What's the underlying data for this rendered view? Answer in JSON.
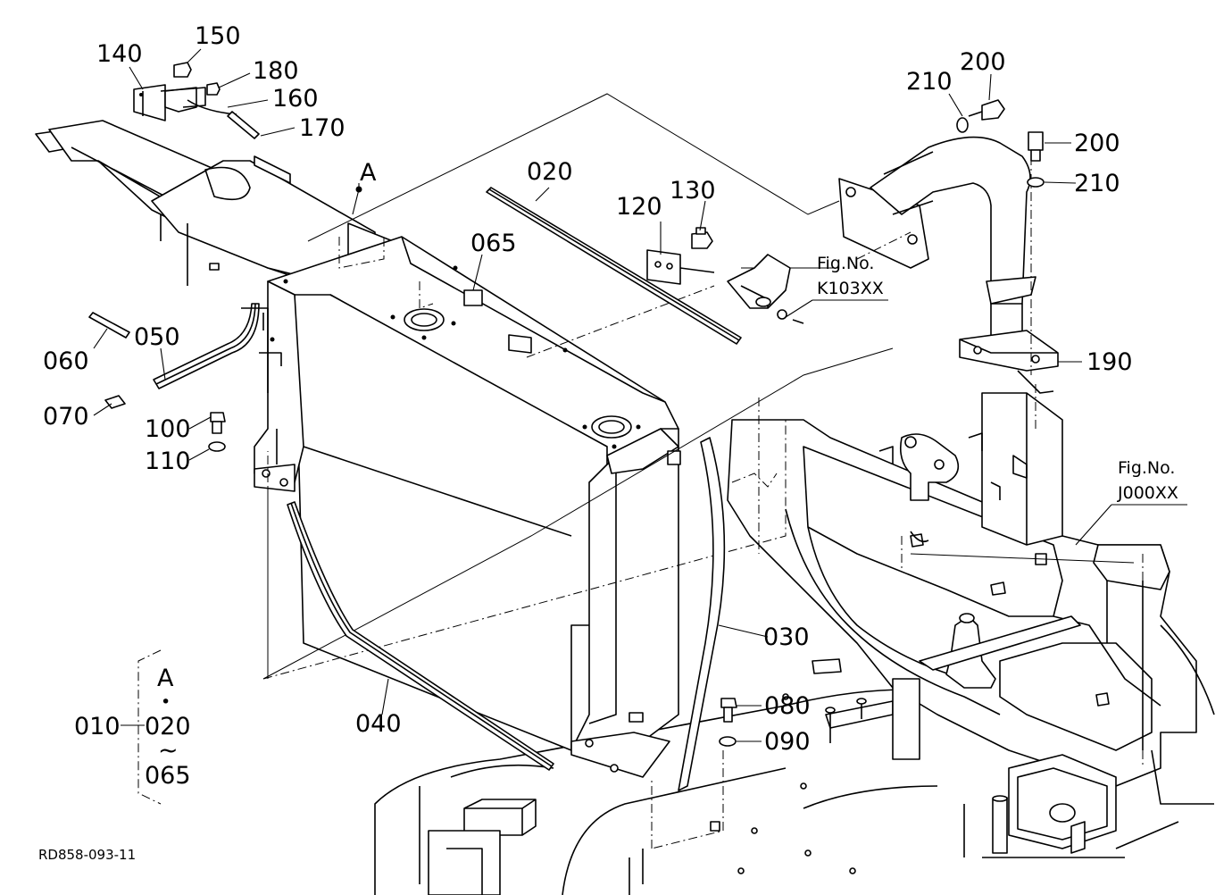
{
  "callouts": [
    {
      "id": "lbl-140",
      "text": "140"
    },
    {
      "id": "lbl-150",
      "text": "150"
    },
    {
      "id": "lbl-180",
      "text": "180"
    },
    {
      "id": "lbl-160",
      "text": "160"
    },
    {
      "id": "lbl-170",
      "text": "170"
    },
    {
      "id": "lbl-A",
      "text": "A"
    },
    {
      "id": "lbl-020",
      "text": "020"
    },
    {
      "id": "lbl-120",
      "text": "120"
    },
    {
      "id": "lbl-130",
      "text": "130"
    },
    {
      "id": "lbl-065",
      "text": "065"
    },
    {
      "id": "lbl-060",
      "text": "060"
    },
    {
      "id": "lbl-050",
      "text": "050"
    },
    {
      "id": "lbl-070",
      "text": "070"
    },
    {
      "id": "lbl-100",
      "text": "100"
    },
    {
      "id": "lbl-110",
      "text": "110"
    },
    {
      "id": "lbl-210a",
      "text": "210"
    },
    {
      "id": "lbl-200a",
      "text": "200"
    },
    {
      "id": "lbl-200b",
      "text": "200"
    },
    {
      "id": "lbl-210b",
      "text": "210"
    },
    {
      "id": "lbl-190",
      "text": "190"
    },
    {
      "id": "lbl-030",
      "text": "030"
    },
    {
      "id": "lbl-040",
      "text": "040"
    },
    {
      "id": "lbl-080",
      "text": "080"
    },
    {
      "id": "lbl-090",
      "text": "090"
    }
  ],
  "fig_refs": [
    {
      "id": "fig-k103",
      "line1": "Fig.No.",
      "line2": "K103XX"
    },
    {
      "id": "fig-j000",
      "line1": "Fig.No.",
      "line2": "J000XX"
    }
  ],
  "legend": {
    "letter": "A",
    "dot": "•",
    "main": "010",
    "from": "020",
    "tilde": "~",
    "to": "065"
  },
  "drawing_code": "RD858-093-11"
}
